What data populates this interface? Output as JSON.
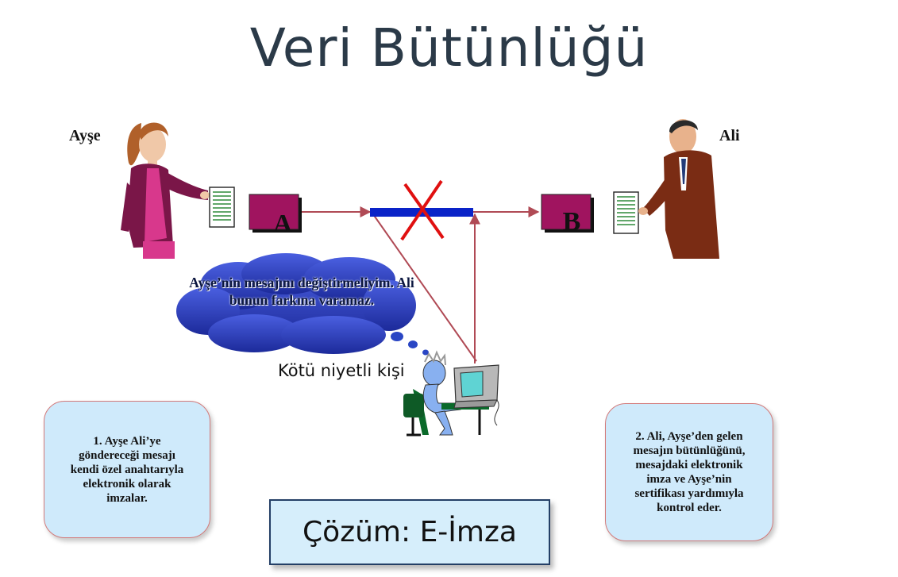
{
  "title": "Veri Bütünlüğü",
  "people": {
    "sender": "Ayşe",
    "receiver": "Ali"
  },
  "keys": {
    "sender_key": "A",
    "receiver_key": "B"
  },
  "attacker": {
    "label": "Kötü niyetli kişi",
    "thought_bubble": "Ayşe’nin mesajını değiştirmeliyim. Ali bunun farkına varamaz."
  },
  "steps": {
    "step1": "1. Ayşe Ali’ye göndereceği mesajı kendi özel anahtarıyla elektronik olarak imzalar.",
    "step2": "2. Ali, Ayşe’den gelen mesajın bütünlüğünü, mesajdaki elektronik imza ve Ayşe’nin sertifikası yardımıyla kontrol eder."
  },
  "solution": "Çözüm: E-İmza",
  "colors": {
    "key_box": "#a0145f",
    "channel": "#0a23c8",
    "cross": "#e01010",
    "arrow": "#b04a55",
    "cloud": "#2030a8",
    "note_box": "#cfeafb"
  }
}
